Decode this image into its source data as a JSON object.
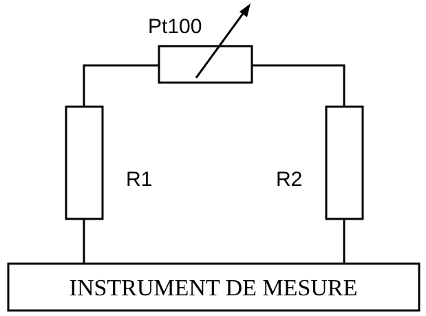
{
  "components": {
    "sensor": {
      "label": "Pt100"
    },
    "resistor_left": {
      "label": "R1"
    },
    "resistor_right": {
      "label": "R2"
    },
    "instrument": {
      "label": "INSTRUMENT DE MESURE"
    }
  },
  "colors": {
    "stroke": "#000000",
    "background": "#ffffff"
  }
}
